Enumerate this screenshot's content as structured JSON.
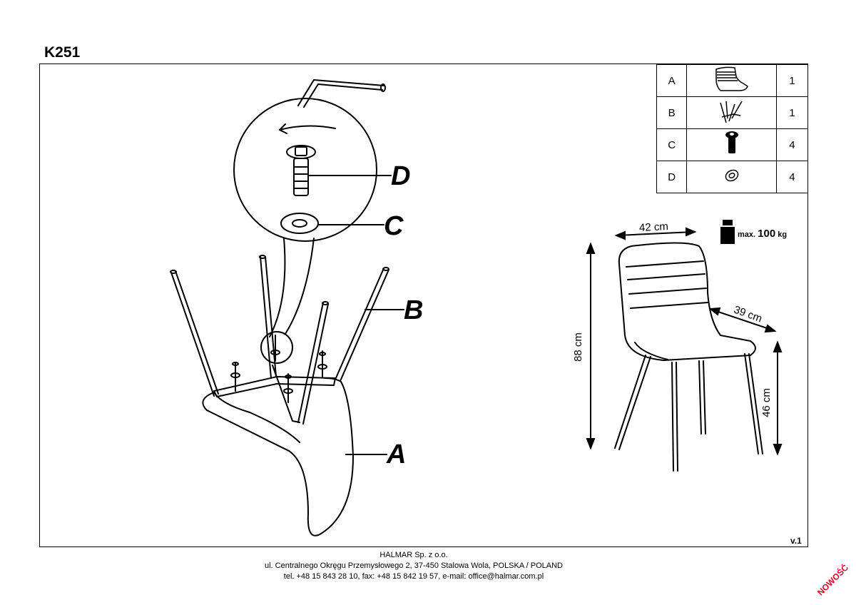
{
  "model": "K251",
  "parts": [
    {
      "label": "A",
      "qty": "1",
      "icon": "seat-icon"
    },
    {
      "label": "B",
      "qty": "1",
      "icon": "legs-frame-icon"
    },
    {
      "label": "C",
      "qty": "4",
      "icon": "bolt-icon"
    },
    {
      "label": "D",
      "qty": "4",
      "icon": "washer-icon"
    }
  ],
  "callouts": {
    "a": "A",
    "b": "B",
    "c": "C",
    "d": "D"
  },
  "dimensions": {
    "width": "42 cm",
    "depth": "39 cm",
    "height": "88 cm",
    "seat_height": "46 cm"
  },
  "max_load": {
    "prefix": "max.",
    "value": "100",
    "unit": "kg"
  },
  "version": "v.1",
  "footer": {
    "company": "HALMAR Sp. z o.o.",
    "address": "ul. Centralnego Okręgu Przemysłowego 2, 37-450 Stalowa Wola, POLSKA / POLAND",
    "contact": "tel. +48 15 843 28 10, fax: +48 15 842 19 57, e-mail: office@halmar.com.pl"
  },
  "badge": "NOWOŚĆ"
}
